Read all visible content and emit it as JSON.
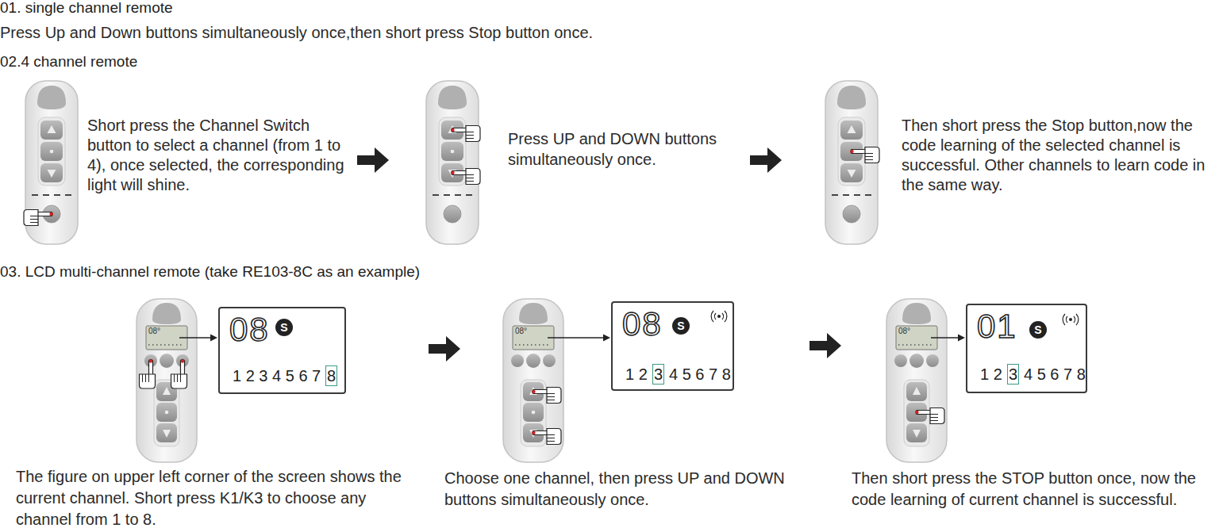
{
  "diagram": {
    "nodes": [
      {
        "text": [
          "08",
          "1 2 3 4 5 6 7"
        ]
      },
      {
        "text": [
          "S"
        ],
        "in": 0
      },
      {
        "text": [
          "8"
        ],
        "in": 0
      },
      {
        "text": [
          "08",
          "1 2",
          "4 5 6 7 8"
        ]
      },
      {
        "text": [
          "S"
        ],
        "in": 3
      },
      {
        "text": [
          "3"
        ],
        "in": 3
      },
      {
        "text": [
          "01",
          "1 2",
          "4 5 6 7 8"
        ]
      },
      {
        "text": [
          "S"
        ],
        "in": 6
      },
      {
        "text": [
          "3"
        ],
        "in": 6
      }
    ],
    "labels": [
      "01. single channel remote",
      "Press Up and Down buttons simultaneously once,then short press Stop button once.",
      "02.4 channel remote",
      "Short press the Channel Switch button to select a channel (from 1 to 4), once selected, the corresponding light will shine.",
      "Press UP and DOWN buttons simultaneously once.",
      "Then short press the Stop button,now the code learning of the selected channel is successful. Other channels to learn code in the same way.",
      "03. LCD multi-channel remote (take RE103-8C as an example)",
      "The figure on upper left corner of the screen shows the current channel. Short press K1/K3 to choose any channel from 1 to 8.",
      "Choose one channel, then press UP and DOWN buttons simultaneously once.",
      "Then short press the STOP button once, now the code learning of current channel is successful.",
      "08°",
      "08°",
      "08°"
    ]
  }
}
